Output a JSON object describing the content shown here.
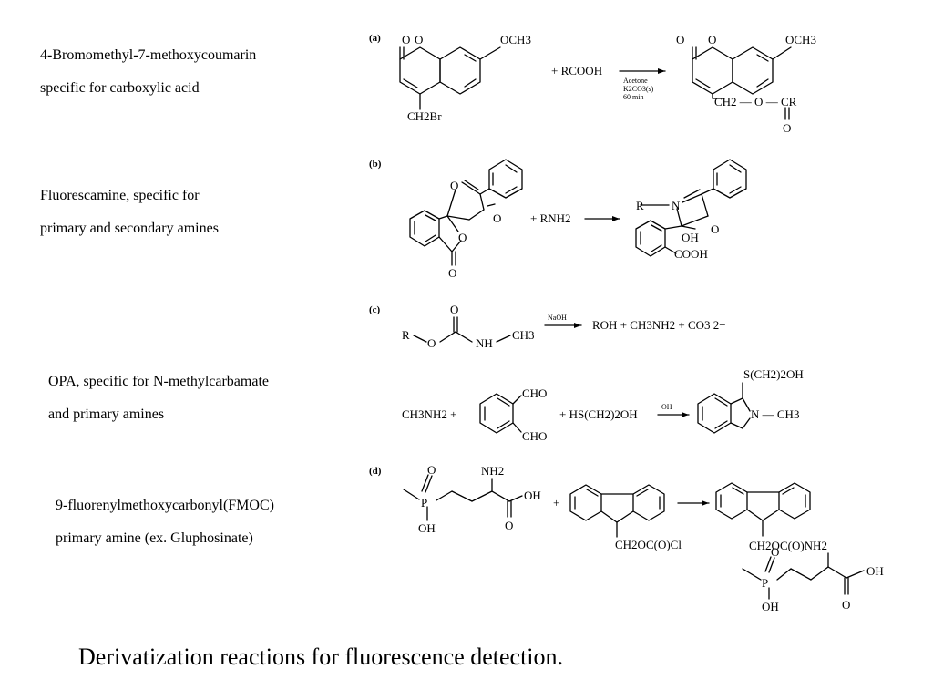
{
  "labels": {
    "bromomethyl": {
      "line1": "4-Bromomethyl-7-methoxycoumarin",
      "line2": "specific for carboxylic acid"
    },
    "fluorescamine": {
      "line1": "Fluorescamine,   specific for",
      "line2": "primary and secondary amines"
    },
    "opa": {
      "line1": "OPA, specific for N-methylcarbamate",
      "line2": "and primary amines"
    },
    "fmoc": {
      "line1": "9-fluorenylmethoxycarbonyl(FMOC)",
      "line2": "primary amine (ex. Gluphosinate)"
    }
  },
  "caption": "Derivatization reactions for fluorescence detection.",
  "panel_a": {
    "tag": "(a)",
    "reactant": {
      "o": "O",
      "ring_o": "O",
      "ome": "OCH3",
      "ch2br": "CH2Br"
    },
    "plus": "+ RCOOH",
    "conditions": [
      "Acetone",
      "K2CO3(s)",
      "60 min"
    ],
    "product": {
      "o": "O",
      "ring_o": "O",
      "ome": "OCH3",
      "link": "CH2 — O — CR",
      "carbonyl_o": "O"
    }
  },
  "panel_b": {
    "tag": "(b)",
    "reactant": {
      "furan_o": "O",
      "ketone_o": "O",
      "lactone_o": "O",
      "carbonyl_o": "O"
    },
    "plus": "+ RNH2",
    "product": {
      "r": "R",
      "n": "N",
      "ketone_o": "O",
      "oh": "OH",
      "cooh": "COOH"
    }
  },
  "panel_c": {
    "tag": "(c)",
    "carbamate": {
      "carbonyl_o": "O",
      "r": "R",
      "o": "O",
      "nh": "NH",
      "ch3": "CH3"
    },
    "naoh": "NaOH",
    "products": "ROH + CH3NH2 + CO3 2−",
    "opa": {
      "methylamine": "CH3NH2 +",
      "cho_top": "CHO",
      "cho_bottom": "CHO",
      "thiol": "+ HS(CH2)2OH",
      "oh_minus": "OH−"
    },
    "isoindole": {
      "thioether": "S(CH2)2OH",
      "n_methyl": "N — CH3"
    }
  },
  "panel_d": {
    "tag": "(d)",
    "glufosinate": {
      "nh2": "NH2",
      "p": "P",
      "p_o": "O",
      "p_oh": "OH",
      "acid_oh": "OH",
      "acid_o": "O"
    },
    "plus": "+",
    "fmoc_cl": "CH2OC(O)Cl",
    "product": {
      "link": "CH2OC(O)NH2",
      "p": "P",
      "p_o": "O",
      "p_oh": "OH",
      "acid_oh": "OH",
      "acid_o": "O"
    }
  }
}
